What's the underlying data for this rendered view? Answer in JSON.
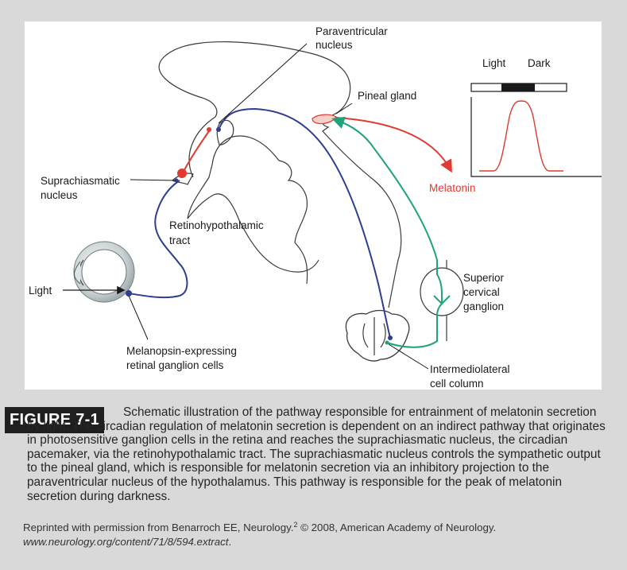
{
  "diagram": {
    "labels": {
      "paraventricular": [
        "Paraventricular",
        "nucleus"
      ],
      "light_dark_light": "Light",
      "light_dark_dark": "Dark",
      "pineal": "Pineal gland",
      "melatonin": "Melatonin",
      "suprachiasmatic": [
        "Suprachiasmatic",
        "nucleus"
      ],
      "retinohypothalamic": [
        "Retinohypothalamic",
        "tract"
      ],
      "light": "Light",
      "superior_cervical": [
        "Superior",
        "cervical",
        "ganglion"
      ],
      "melanopsin": [
        "Melanopsin-expressing",
        "retinal ganglion cells"
      ],
      "intermediolateral": [
        "Intermediolateral",
        "cell column"
      ]
    },
    "colors": {
      "retinohypothalamic_tract": "#2e3f8f",
      "melatonin_pathway": "#e03a31",
      "sympathetic_pathway": "#1fa37a",
      "outline": "#3a3a3a"
    }
  },
  "figure": {
    "badge": "FIGURE 7-1",
    "caption": "Schematic illustration of the pathway responsible for entrainment of melatonin secretion by light. The circadian regulation of melatonin secretion is dependent on an indirect pathway that originates in photosensitive ganglion cells in the retina and reaches the suprachiasmatic nucleus, the circadian pacemaker, via the retinohypothalamic tract. The suprachiasmatic nucleus controls the sympathetic output to the pineal gland, which is responsible for melatonin secretion via an inhibitory projection to the paraventricular nucleus of the hypothalamus. This pathway is responsible for the peak of melatonin secretion during darkness."
  },
  "credit": {
    "text": "Reprinted with permission from Benarroch EE, Neurology.",
    "superscript": "2",
    "text_after": " © 2008, American Academy of Neurology. ",
    "link": "www.neurology.org/content/71/8/594.extract",
    "end": "."
  }
}
